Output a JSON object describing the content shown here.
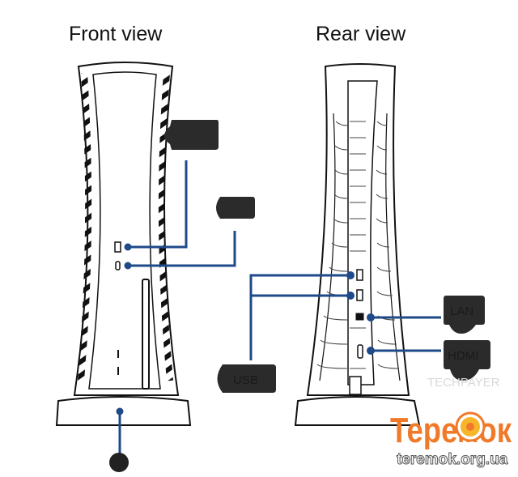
{
  "titles": {
    "front": "Front view",
    "rear": "Rear view"
  },
  "plugs": {
    "usb": "USB",
    "lan": "LAN",
    "hdmi": "HDMI"
  },
  "watermark": "TECHPAYER",
  "logo": {
    "name": "Теремок",
    "url": "teremok.org.ua"
  },
  "colors": {
    "line": "#1f4a8a",
    "plug": "#2b2b2b",
    "logo": "#f07a2a"
  }
}
